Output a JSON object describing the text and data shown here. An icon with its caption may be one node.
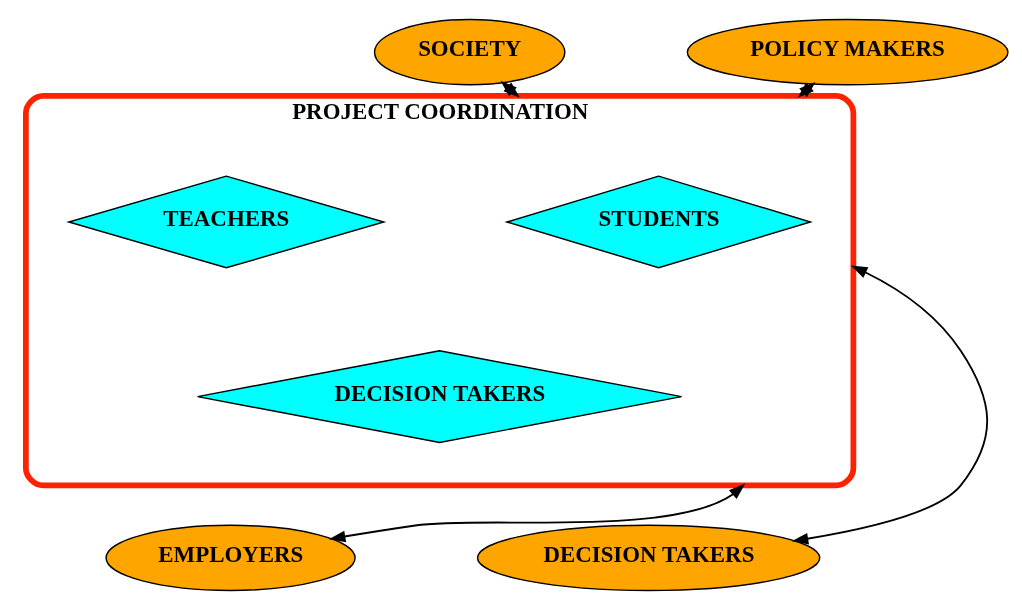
{
  "diagram": {
    "nodes": [
      {
        "text": [
          "SOCIETY"
        ]
      },
      {
        "text": [
          "POLICY MAKERS"
        ]
      },
      {
        "text": [
          "PROJECT COORDINATION"
        ]
      },
      {
        "text": [
          "STUDENTS"
        ],
        "in": 2
      },
      {
        "text": [
          "TEACHERS"
        ],
        "in": 2
      },
      {
        "text": [
          "DECISION TAKERS"
        ],
        "in": 2
      },
      {
        "text": [
          "EMPLOYERS"
        ]
      },
      {
        "text": [
          "DECISION TAKERS"
        ]
      }
    ],
    "edges": [
      {
        "from": 0,
        "to": 2,
        "arrow": "both"
      },
      {
        "from": 1,
        "to": 2,
        "arrow": "both"
      },
      {
        "from": 6,
        "to": 2,
        "arrow": "both"
      },
      {
        "from": 7,
        "to": 2,
        "arrow": "both"
      }
    ]
  }
}
